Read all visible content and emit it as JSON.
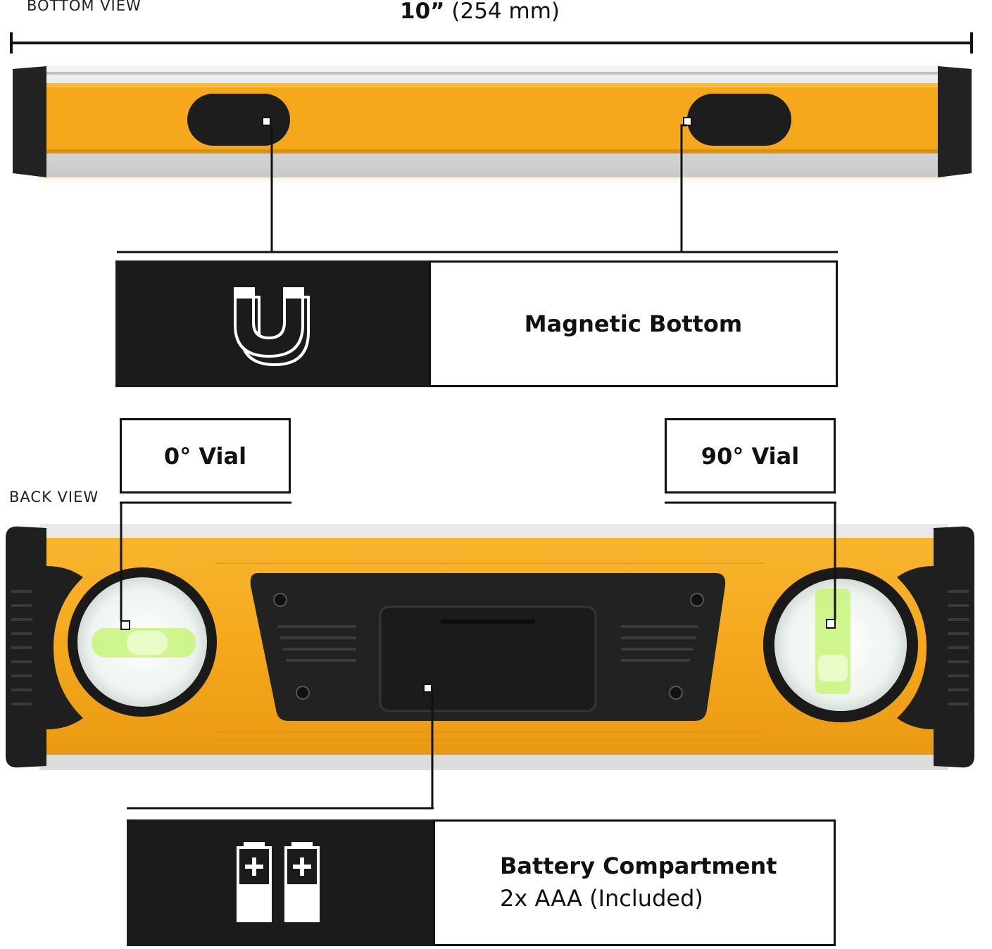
{
  "labels": {
    "bottom_view": "BOTTOM VIEW",
    "back_view": "BACK VIEW"
  },
  "dimension": {
    "imperial": "10”",
    "metric": "(254 mm)"
  },
  "callouts": {
    "magnetic": {
      "title": "Magnetic Bottom",
      "icon": "magnet-icon"
    },
    "battery": {
      "title": "Battery Compartment",
      "subtitle": "2x AAA (Included)",
      "icon": "battery-icon"
    },
    "vial_0": {
      "title": "0° Vial"
    },
    "vial_90": {
      "title": "90° Vial"
    }
  },
  "colors": {
    "body_yellow": "#f5a81c",
    "rubber_black": "#1f1f1f",
    "aluminum": "#d9dadb",
    "vial_green": "#c8f57a",
    "callout_dark": "#1b1b1b"
  }
}
